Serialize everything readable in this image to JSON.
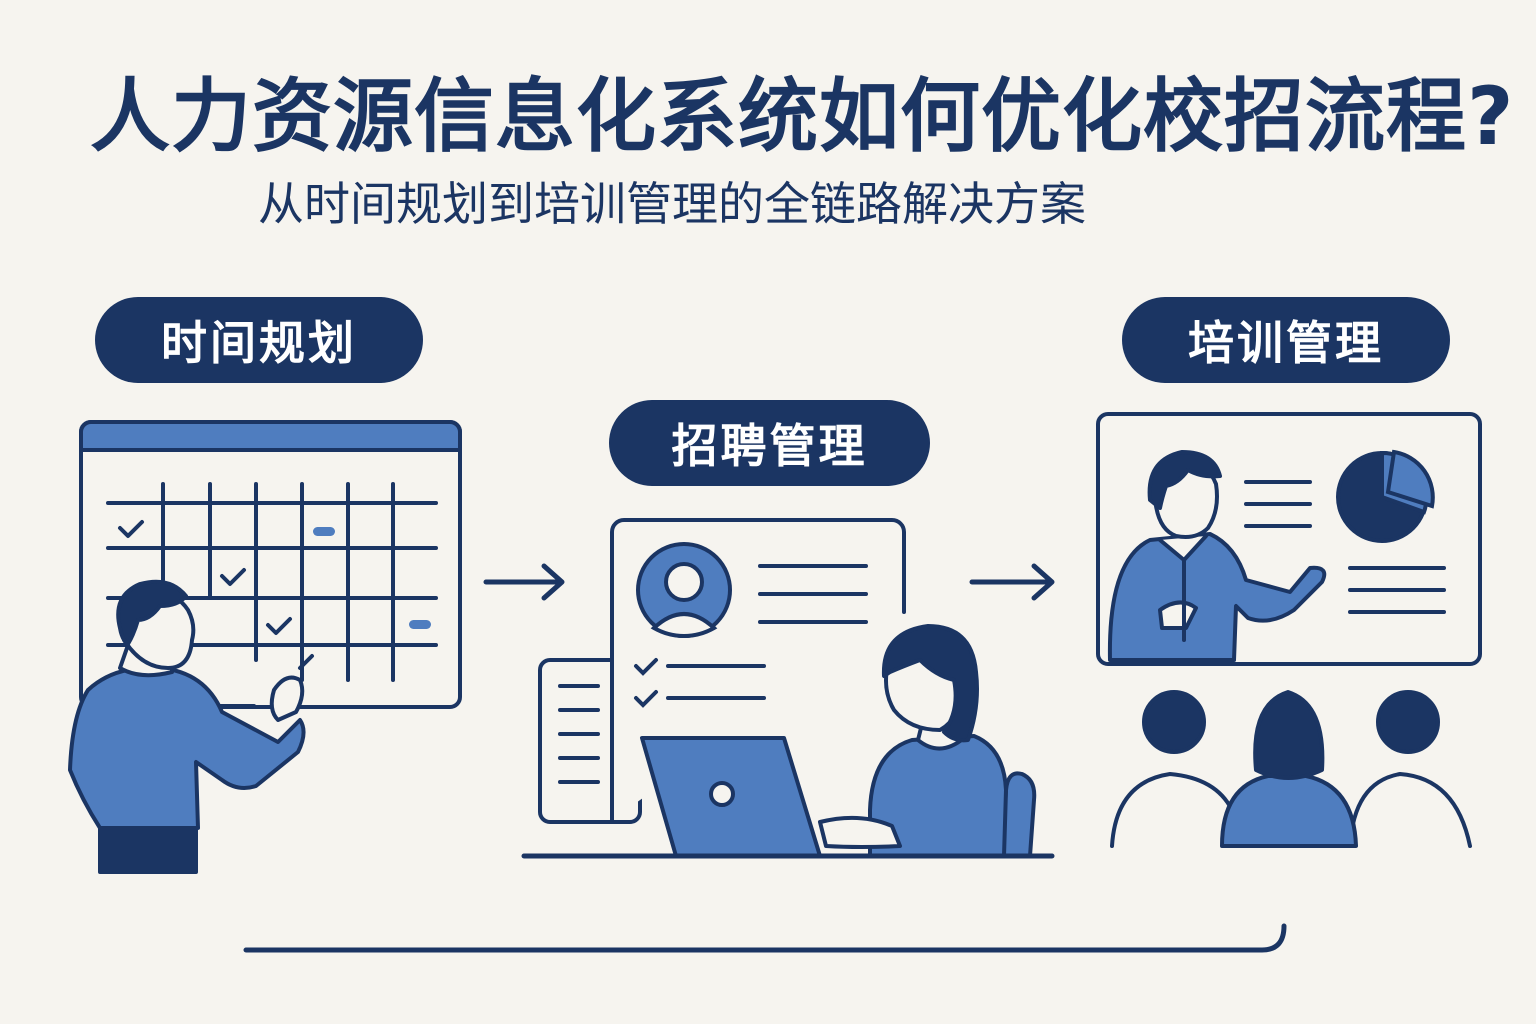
{
  "title": "人力资源信息化系统如何优化校招流程?",
  "subtitle": "从时间规划到培训管理的全链路解决方案",
  "steps": [
    {
      "label": "时间规划"
    },
    {
      "label": "招聘管理"
    },
    {
      "label": "培训管理"
    }
  ],
  "colors": {
    "navy": "#1b3563",
    "blue": "#4f7dbf",
    "background": "#f6f4ef"
  },
  "icons": [
    "calendar-icon",
    "checkmark-icon",
    "arrow-right-icon",
    "profile-icon",
    "laptop-icon",
    "pie-chart-icon",
    "presenter-icon",
    "audience-icon"
  ]
}
